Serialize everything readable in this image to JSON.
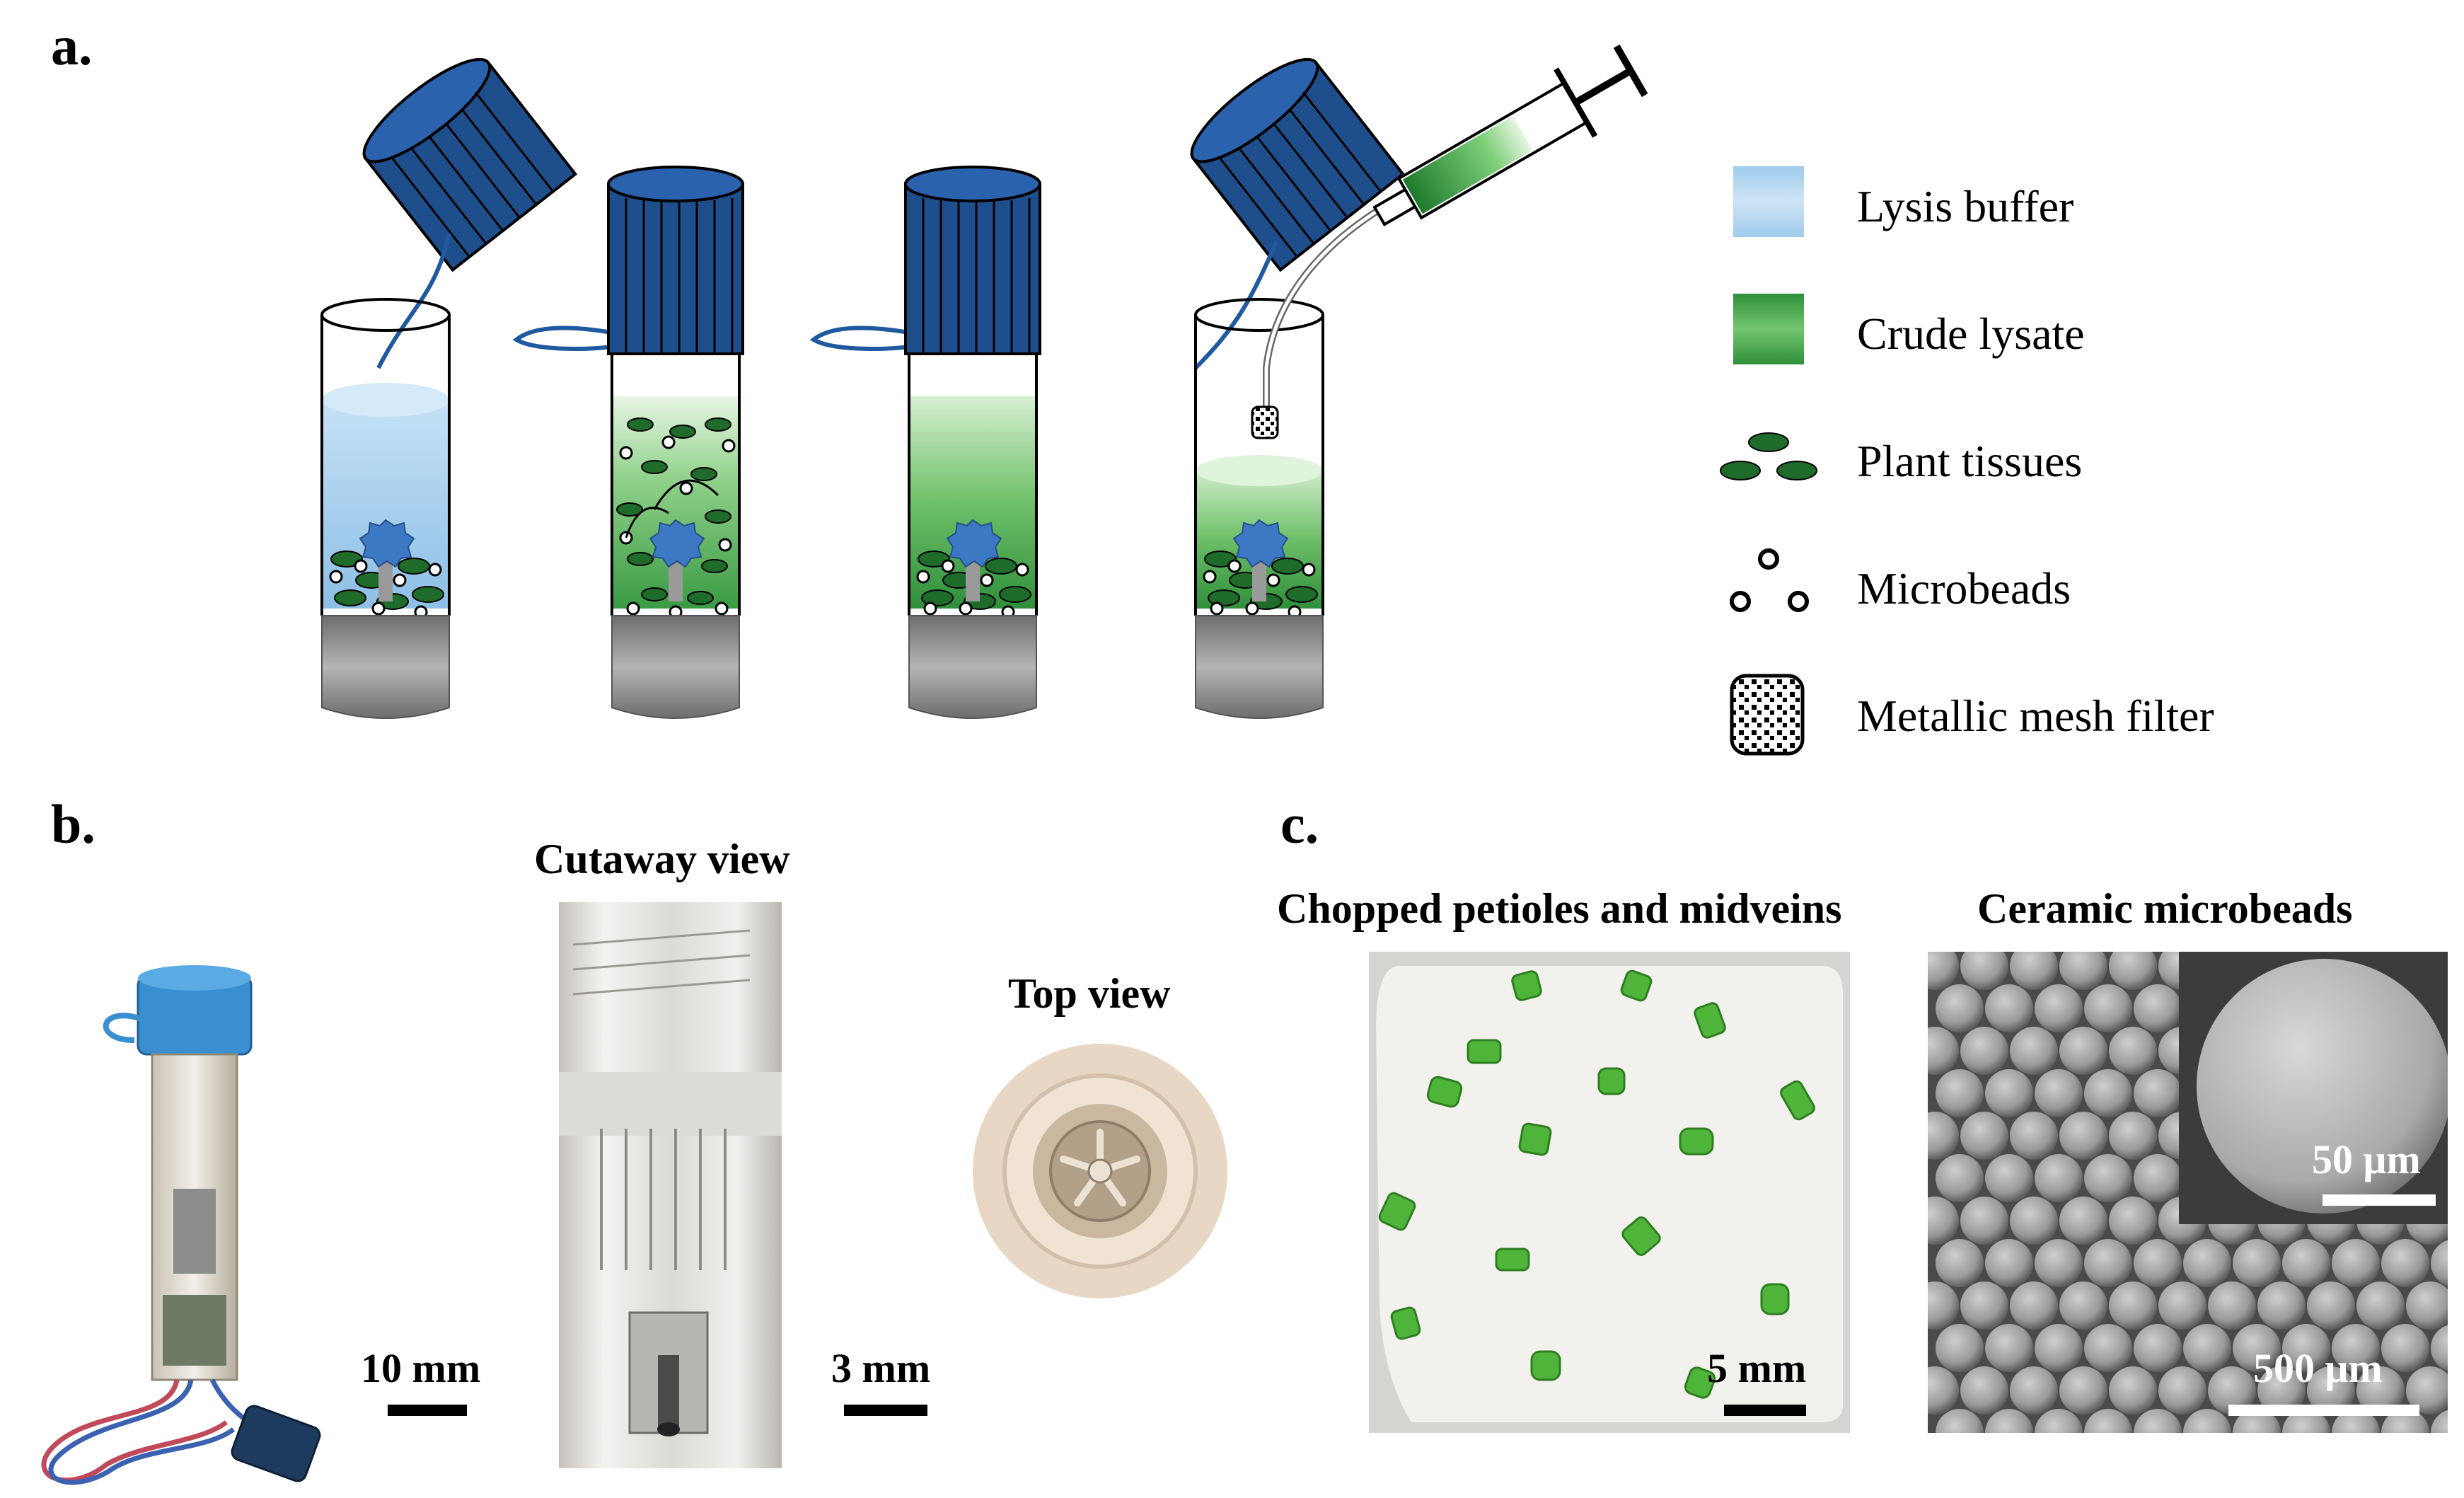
{
  "panels": {
    "a": "a.",
    "b": "b.",
    "c": "c."
  },
  "legend": [
    {
      "label": "Lysis buffer",
      "icon": "lysis-buffer-swatch"
    },
    {
      "label": "Crude lysate",
      "icon": "crude-lysate-swatch"
    },
    {
      "label": "Plant tissues",
      "icon": "plant-tissue-icon"
    },
    {
      "label": "Microbeads",
      "icon": "microbeads-icon"
    },
    {
      "label": "Metallic mesh filter",
      "icon": "mesh-filter-icon"
    }
  ],
  "panel_b": {
    "cutaway_title": "Cutaway view",
    "top_title": "Top view",
    "scale_device": "10 mm",
    "scale_cutaway": "3 mm"
  },
  "panel_c": {
    "petioles_title": "Chopped petioles and midveins",
    "beads_title": "Ceramic microbeads",
    "scale_petioles": "5 mm",
    "scale_beads": "500 μm",
    "scale_inset": "50 μm"
  },
  "colors": {
    "cap_blue": "#1f4e8c",
    "lysis_blue": "#aed3ee",
    "lysate_green": "#2f8f3a",
    "tissue_green": "#1f6b2a",
    "base_gray": "#7a7a7a"
  }
}
